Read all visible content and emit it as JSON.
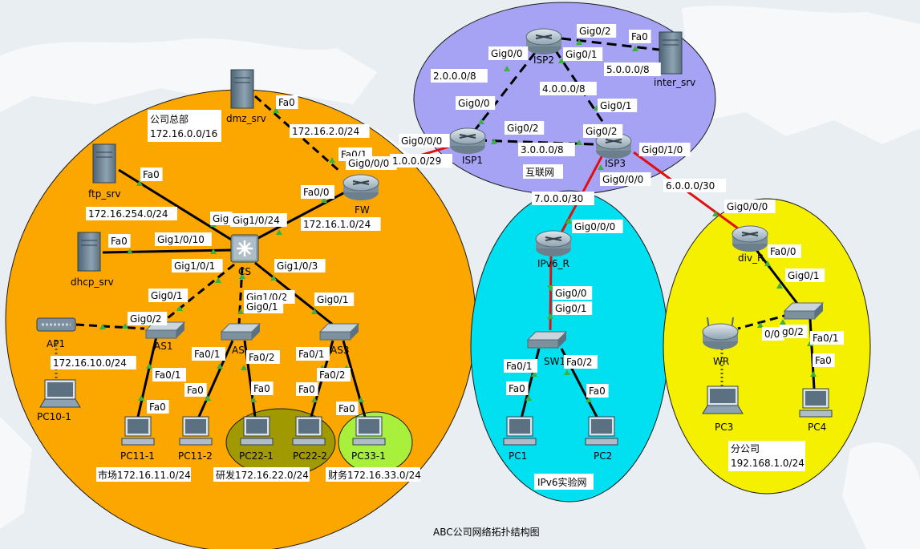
{
  "title": "ABC公司网络拓扑结构图",
  "zones": {
    "hq": {
      "name": "公司总部",
      "subnet": "172.16.0.0/16"
    },
    "internet": {
      "name": "互联网"
    },
    "ipv6": {
      "name": "IPv6实验网"
    },
    "branch": {
      "name": "分公司",
      "subnet": "192.168.1.0/24"
    },
    "rd": {
      "label": "研发172.16.22.0/24"
    },
    "finance": {
      "label": "财务172.16.33.0/24"
    },
    "market": {
      "label": "市场172.16.11.0/24"
    }
  },
  "colors": {
    "hq": "#fca600",
    "internet": "#a6a3f5",
    "ipv6": "#00e0f0",
    "branch": "#f5f000",
    "rd": "#a09a00",
    "finance": "#a8f03c",
    "link_red": "#e01010",
    "link_black": "#000000",
    "port_green": "#3cb043"
  },
  "devices": {
    "dmz_srv": "dmz_srv",
    "ftp_srv": "ftp_srv",
    "dhcp_srv": "dhcp_srv",
    "fw": "FW",
    "cs": "CS",
    "ap1": "AP1",
    "as1": "AS1",
    "as2": "AS",
    "as3": "AS3",
    "pc10_1": "PC10-1",
    "pc11_1": "PC11-1",
    "pc11_2": "PC11-2",
    "pc22_1": "PC22-1",
    "pc22_2": "PC22-2",
    "pc33_1": "PC33-1",
    "isp1": "ISP1",
    "isp2": "ISP2",
    "isp3": "ISP3",
    "inter_srv": "inter_srv",
    "ipv6_r": "IPv6_R",
    "sw1": "SW1",
    "pc1": "PC1",
    "pc2": "PC2",
    "div_r": "div_R",
    "wr": "WR",
    "pc3": "PC3",
    "pc4": "PC4"
  },
  "labels": {
    "dmz_fa0": "Fa0",
    "net_172_16_2": "172.16.2.0/24",
    "fw_fa01": "Fa0/1",
    "fw_gig000": "Gig0/0/0",
    "net_1_0_0_0": "1.0.0.0/29",
    "isp1_gig000": "Gig0/0/0",
    "ftp_fa0": "Fa0",
    "fw_fa00": "Fa0/0",
    "net_172_16_254": "172.16.254.0/24",
    "cs_gig_cut": "Gig",
    "cs_gig1024": "Gig1/0/24",
    "net_172_16_1": "172.16.1.0/24",
    "dhcp_fa0": "Fa0",
    "cs_gig1010": "Gig1/0/10",
    "cs_gig101": "Gig1/0/1",
    "cs_gig103": "Gig1/0/3",
    "cs_gig102": "Gig1/0/2",
    "as1_gig01": "Gig0/1",
    "as1_gig02": "Gig0/2",
    "as2_gig01": "Gig0/1",
    "as3_gig01": "Gig0/1",
    "net_172_16_10": "172.16.10.0/24",
    "as1_fa01": "Fa0/1",
    "as2_fa01": "Fa0/1",
    "as2_fa02": "Fa0/2",
    "as3_fa01": "Fa0/1",
    "as3_fa02": "Fa0/2",
    "pc111_fa0": "Fa0",
    "pc112_fa0": "Fa0",
    "pc221_fa0": "Fa0",
    "pc222_fa0": "Fa0",
    "pc331_fa0": "Fa0",
    "isp2_gig02": "Gig0/2",
    "inter_fa0": "Fa0",
    "isp2_gig00": "Gig0/0",
    "isp2_gig01": "Gig0/1",
    "net_5": "5.0.0.0/8",
    "net_2": "2.0.0.0/8",
    "net_4": "4.0.0.0/8",
    "isp1_gig00": "Gig0/0",
    "isp3_gig01": "Gig0/1",
    "isp1_gig02": "Gig0/2",
    "isp3_gig02": "Gig0/2",
    "net_3": "3.0.0.0/8",
    "isp3_gig010": "Gig0/1/0",
    "isp3_gig000": "Gig0/0/0",
    "net_6": "6.0.0.0/30",
    "net_7": "7.0.0.0/30",
    "ipv6r_gig000": "Gig0/0/0",
    "ipv6r_gig00": "Gig0/0",
    "sw1_gig01": "Gig0/1",
    "sw1_fa01": "Fa0/1",
    "sw1_fa02": "Fa0/2",
    "pc1_fa0": "Fa0",
    "pc2_fa0": "Fa0",
    "divr_gig000": "Gig0/0/0",
    "divr_fa00": "Fa0/0",
    "bsw_gig01": "Gig0/1",
    "bsw_00": "0/0",
    "bsw_g02": "g0/2",
    "bsw_fa01": "Fa0/1",
    "pc4_fa0": "Fa0"
  }
}
